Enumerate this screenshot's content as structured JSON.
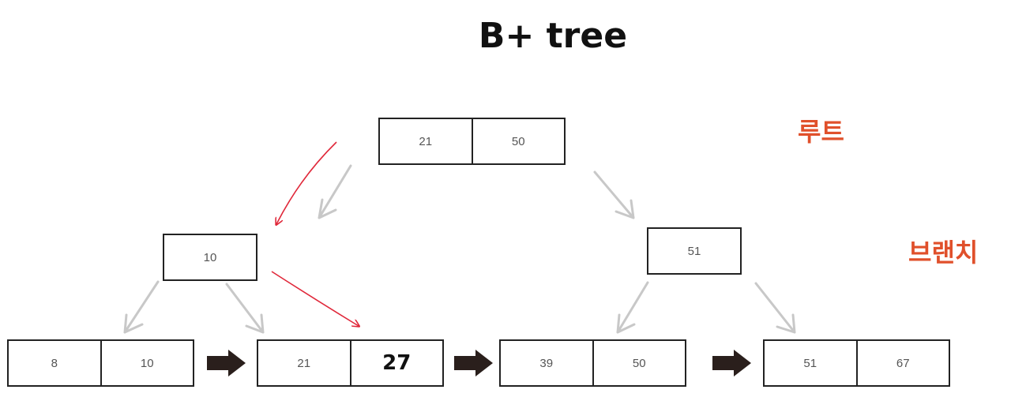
{
  "title": "B+ tree",
  "labels": {
    "root": "루트",
    "branch": "브랜치"
  },
  "root": {
    "keys": [
      "21",
      "50"
    ]
  },
  "branches": [
    {
      "keys": [
        "10"
      ]
    },
    {
      "keys": [
        "51"
      ]
    }
  ],
  "leaves": [
    {
      "keys": [
        "8",
        "10"
      ]
    },
    {
      "keys": [
        "21",
        "27"
      ]
    },
    {
      "keys": [
        "39",
        "50"
      ]
    },
    {
      "keys": [
        "51",
        "67"
      ]
    }
  ],
  "colors": {
    "search_path": "#e0283a",
    "pointer": "#c8c8c8",
    "leaf_link": "#2a1f1c",
    "label": "#e0502b"
  }
}
